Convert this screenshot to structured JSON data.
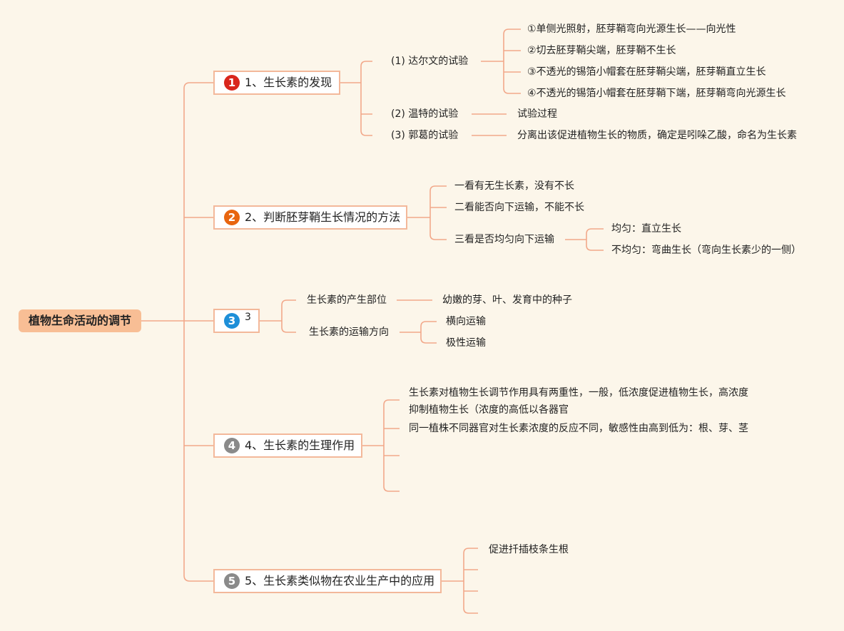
{
  "root": {
    "label": "植物生命活动的调节"
  },
  "branches": [
    {
      "number": "1",
      "label": "1、生长素的发现",
      "badge_color": "#d9261c",
      "children": [
        {
          "label": "(1) 达尔文的试验",
          "children": [
            "①单侧光照射，胚芽鞘弯向光源生长——向光性",
            "②切去胚芽鞘尖端，胚芽鞘不生长",
            "③不透光的锡箔小帽套在胚芽鞘尖端，胚芽鞘直立生长",
            "④不透光的锡箔小帽套在胚芽鞘下端，胚芽鞘弯向光源生长"
          ]
        },
        {
          "label": "(2) 温特的试验",
          "children": [
            "试验过程"
          ]
        },
        {
          "label": "(3) 郭葛的试验",
          "children": [
            "分离出该促进植物生长的物质，确定是吲哚乙酸，命名为生长素"
          ]
        }
      ]
    },
    {
      "number": "2",
      "label": "2、判断胚芽鞘生长情况的方法",
      "badge_color": "#e8650f",
      "children": [
        {
          "label": "一看有无生长素，没有不长"
        },
        {
          "label": "二看能否向下运输，不能不长"
        },
        {
          "label": "三看是否均匀向下运输",
          "children": [
            "均匀：直立生长",
            "不均匀：弯曲生长（弯向生长素少的一侧）"
          ]
        }
      ]
    },
    {
      "number": "3",
      "label": "3",
      "badge_color": "#1e8fd8",
      "children": [
        {
          "label": "生长素的产生部位",
          "children": [
            "幼嫩的芽、叶、发育中的种子"
          ]
        },
        {
          "label": "生长素的运输方向",
          "children": [
            "横向运输",
            "极性运输"
          ]
        }
      ]
    },
    {
      "number": "4",
      "label": "4、生长素的生理作用",
      "badge_color": "#8a8a8a",
      "children": [
        {
          "label": "生长素对植物生长调节作用具有两重性，一般，低浓度促进植物生长，高浓度抑制植物生长（浓度的高低以各器官"
        },
        {
          "label": "同一植株不同器官对生长素浓度的反应不同，敏感性由高到低为：根、芽、茎"
        },
        {
          "label": ""
        },
        {
          "label": ""
        }
      ]
    },
    {
      "number": "5",
      "label": "5、生长素类似物在农业生产中的应用",
      "badge_color": "#8a8a8a",
      "children": [
        {
          "label": "促进扦插枝条生根"
        },
        {
          "label": ""
        },
        {
          "label": ""
        },
        {
          "label": ""
        }
      ]
    }
  ],
  "colors": {
    "line": "#f2a88a",
    "root_fill": "#f8be95",
    "background": "#fcf6ea"
  }
}
